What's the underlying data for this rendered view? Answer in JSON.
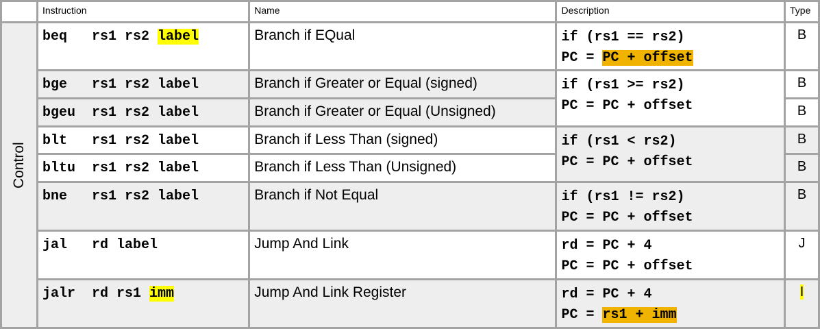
{
  "headers": {
    "instruction": "Instruction",
    "name": "Name",
    "description": "Description",
    "type": "Type"
  },
  "group": "Control",
  "rows": [
    {
      "op": "beq",
      "args": "rs1 rs2 ",
      "hl": "label",
      "name": "Branch if EQual",
      "type": "B"
    },
    {
      "op": "bge",
      "args": "rs1 rs2 label",
      "name": "Branch if Greater or Equal (signed)",
      "type": "B"
    },
    {
      "op": "bgeu",
      "args": "rs1 rs2 label",
      "name": "Branch if Greater or Equal (Unsigned)",
      "type": "B"
    },
    {
      "op": "blt",
      "args": "rs1 rs2 label",
      "name": "Branch if Less Than (signed)",
      "type": "B"
    },
    {
      "op": "bltu",
      "args": "rs1 rs2 label",
      "name": "Branch if Less Than (Unsigned)",
      "type": "B"
    },
    {
      "op": "bne",
      "args": "rs1 rs2 label",
      "name": "Branch if Not Equal",
      "type": "B"
    },
    {
      "op": "jal",
      "args": "rd label",
      "name": "Jump And Link",
      "type": "J"
    },
    {
      "op": "jalr",
      "args": "rd rs1 ",
      "hl": "imm",
      "name": "Jump And Link Register",
      "type": "I"
    }
  ],
  "descriptions": {
    "beq": {
      "l1": "if (rs1 == rs2)",
      "l2a": "PC = ",
      "l2b": "PC + offset"
    },
    "bge": {
      "l1": "if (rs1 >= rs2)",
      "l2": "PC = PC + offset"
    },
    "blt": {
      "l1": "if (rs1 < rs2)",
      "l2": "PC = PC + offset"
    },
    "bne": {
      "l1": "if (rs1 != rs2)",
      "l2": "PC = PC + offset"
    },
    "jal": {
      "l1": "rd = PC + 4",
      "l2": "PC = PC + offset"
    },
    "jalr": {
      "l1": "rd = PC + 4",
      "l2a": "PC = ",
      "l2b": "rs1 + imm"
    }
  }
}
